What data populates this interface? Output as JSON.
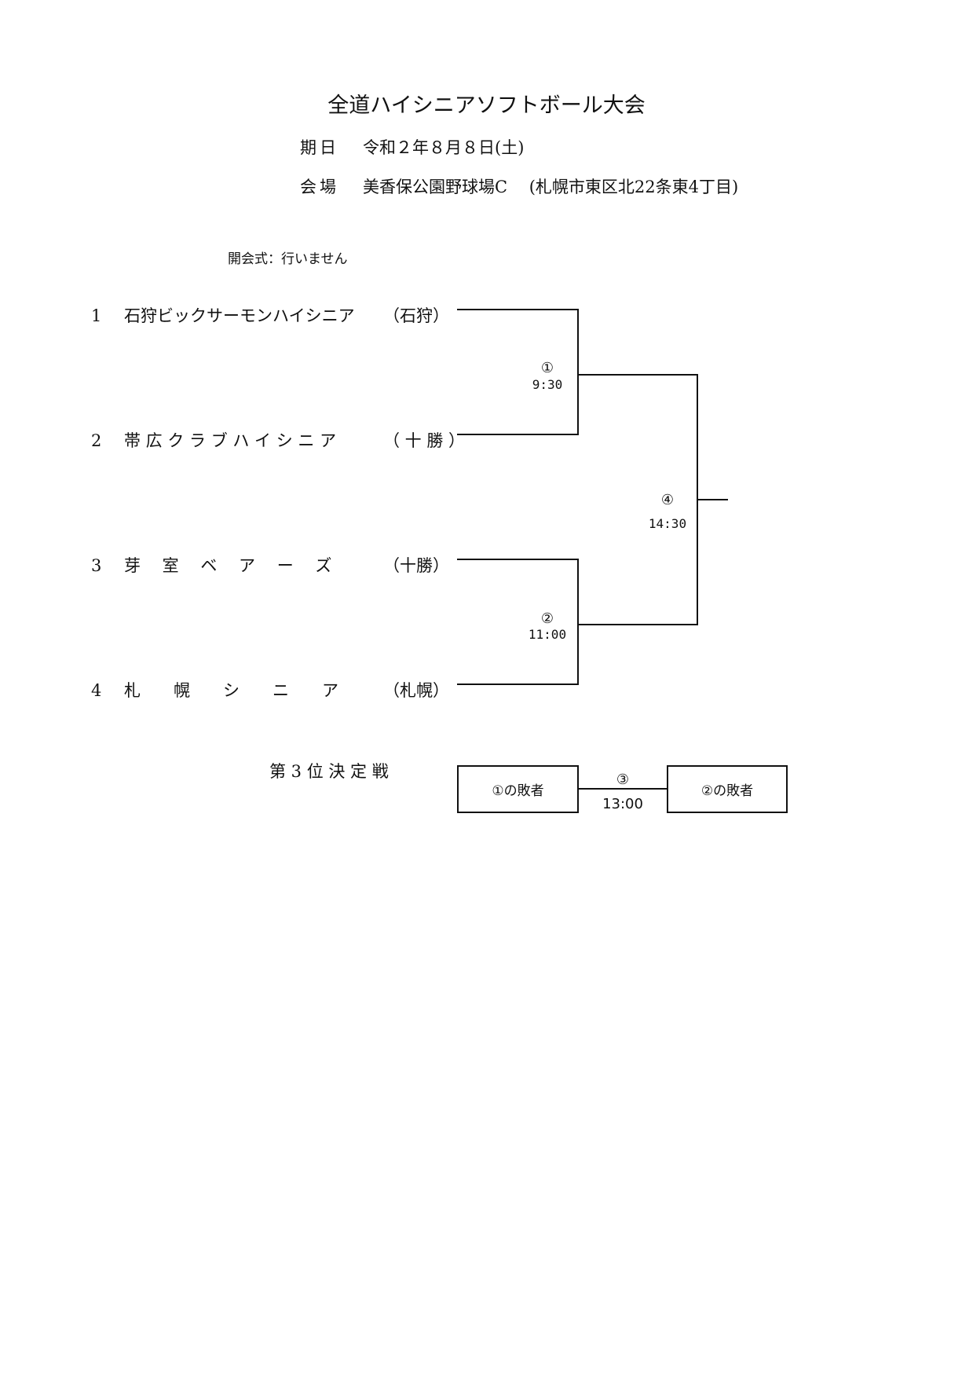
{
  "title": "全道ハイシニアソフトボール大会",
  "date": {
    "label": "期日",
    "value": "令和２年８月８日(土)"
  },
  "venue": {
    "label": "会場",
    "value": "美香保公園野球場C　 (札幌市東区北22条東4丁目)"
  },
  "ceremony": "開会式：行いません",
  "teams": [
    {
      "num": "1",
      "name": "石狩ビックサーモンハイシニア",
      "region": "（石狩）"
    },
    {
      "num": "2",
      "name": "帯 広 ク ラ ブ ハ イ シ ニ ア",
      "region": "（ 十 勝 ）"
    },
    {
      "num": "3",
      "name": "芽　 室　 ベ　 ア　 ー　 ズ",
      "region": "（十勝）"
    },
    {
      "num": "4",
      "name": "札　　幌　　シ　　ニ　　ア",
      "region": "（札幌）"
    }
  ],
  "matches": [
    {
      "no": "①",
      "time": "9:30"
    },
    {
      "no": "②",
      "time": "11:00"
    },
    {
      "no": "④",
      "time": "14:30"
    }
  ],
  "third_place": {
    "label": "第 3 位 決 定 戦",
    "no": "③",
    "time": "13:00",
    "left": "①の敗者",
    "right": "②の敗者"
  }
}
